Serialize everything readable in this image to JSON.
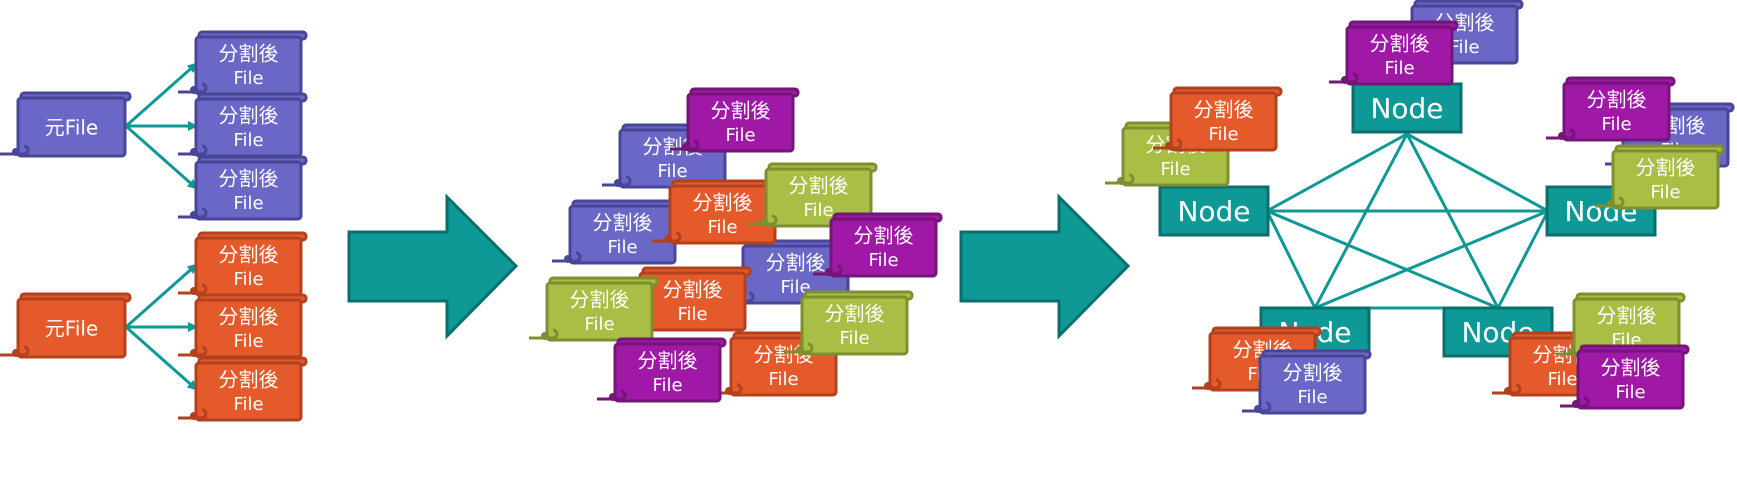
{
  "labels": {
    "original_file": "元File",
    "split_line1": "分割後",
    "split_line2": "File",
    "node": "Node"
  },
  "colors": {
    "purple_blue": "#6A67C6",
    "purple_blue_edge": "#4A4697",
    "orange": "#E55A2A",
    "orange_edge": "#B3411D",
    "green": "#A8BE45",
    "green_edge": "#7E8F31",
    "magenta": "#A018A6",
    "magenta_edge": "#741578",
    "teal": "#0E9896",
    "teal_edge": "#0A6F6D"
  }
}
